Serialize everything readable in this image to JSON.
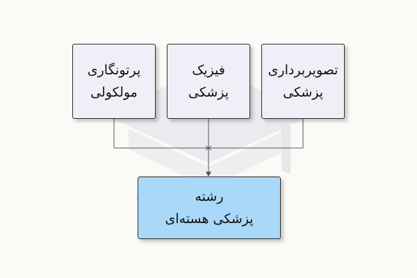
{
  "diagram": {
    "boxes": {
      "left": {
        "lines": [
          "پرتونگاری",
          "مولکولی"
        ]
      },
      "middle": {
        "lines": [
          "فیزیک",
          "پزشکی"
        ]
      },
      "right": {
        "lines": [
          "تصویربرداری",
          "پزشکی"
        ]
      },
      "result": {
        "lines": [
          "رشته",
          "پزشکی هسته‌ای"
        ]
      }
    },
    "colors": {
      "source_box_fill": "#efeff8",
      "result_box_fill": "#a9d8f8",
      "border": "#2a2a2a",
      "connector": "#555555",
      "background": "#fbfaf6"
    }
  }
}
